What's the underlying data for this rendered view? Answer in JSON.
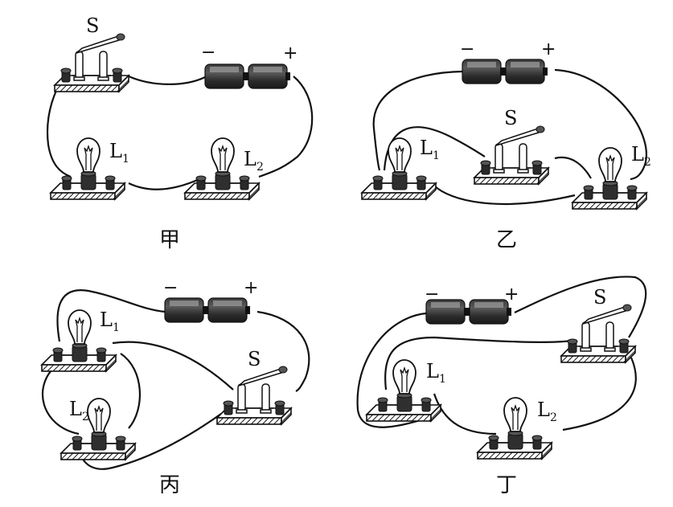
{
  "figure": {
    "type": "physical circuit diagrams",
    "panels": [
      {
        "id": "jia",
        "caption": "甲",
        "switch_label": "S",
        "lamp1_label": "L",
        "lamp1_sub": "1",
        "lamp2_label": "L",
        "lamp2_sub": "2",
        "battery_minus": "−",
        "battery_plus": "+",
        "connection": "series"
      },
      {
        "id": "yi",
        "caption": "乙",
        "switch_label": "S",
        "lamp1_label": "L",
        "lamp1_sub": "1",
        "lamp2_label": "L",
        "lamp2_sub": "2",
        "battery_minus": "−",
        "battery_plus": "+"
      },
      {
        "id": "bing",
        "caption": "丙",
        "switch_label": "S",
        "lamp1_label": "L",
        "lamp1_sub": "1",
        "lamp2_label": "L",
        "lamp2_sub": "2",
        "battery_minus": "−",
        "battery_plus": "+"
      },
      {
        "id": "ding",
        "caption": "丁",
        "switch_label": "S",
        "lamp1_label": "L",
        "lamp1_sub": "1",
        "lamp2_label": "L",
        "lamp2_sub": "2",
        "battery_minus": "−",
        "battery_plus": "+"
      }
    ]
  }
}
